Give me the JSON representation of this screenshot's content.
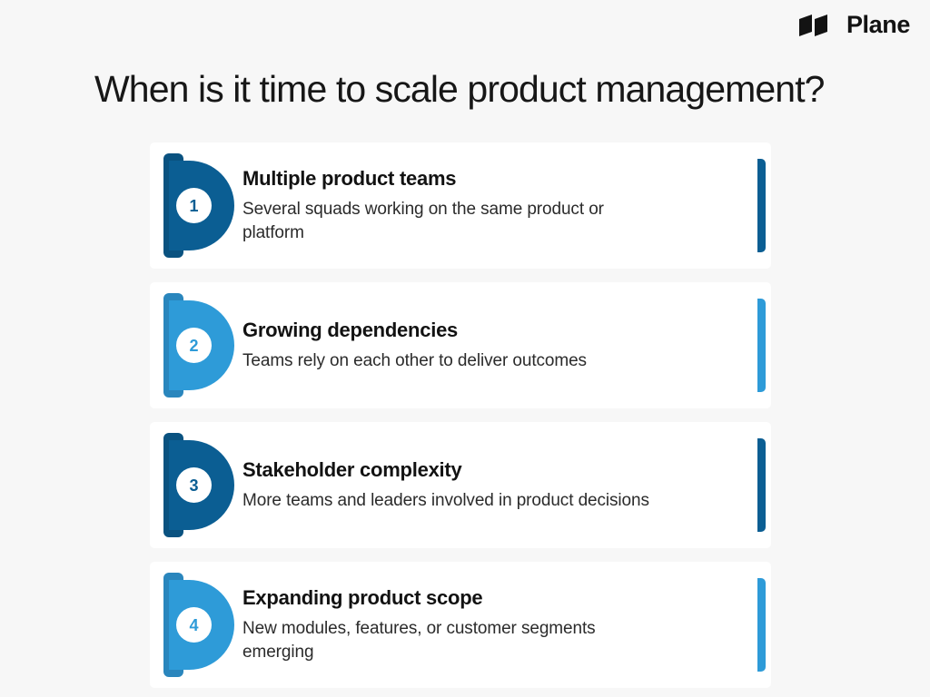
{
  "brand": {
    "name": "Plane",
    "mark_icon": "plane-wings-icon"
  },
  "page_title": "When is it time to scale product management?",
  "theme": {
    "page_background": "#f7f7f7",
    "card_background": "#ffffff",
    "title_color": "#171717",
    "accent_dark_blue": "#0b5e93",
    "accent_light_blue": "#2e9bd8"
  },
  "cards": [
    {
      "number": "1",
      "heading": "Multiple product teams",
      "body": "Several squads working on the same product or platform",
      "accent": "#0b5e93",
      "accent_shade": "#0a5280"
    },
    {
      "number": "2",
      "heading": "Growing dependencies",
      "body": "Teams rely on each other to deliver outcomes",
      "accent": "#2e9bd8",
      "accent_shade": "#2a86bd"
    },
    {
      "number": "3",
      "heading": "Stakeholder complexity",
      "body": "More teams and leaders involved in product decisions",
      "accent": "#0b5e93",
      "accent_shade": "#0a5280"
    },
    {
      "number": "4",
      "heading": "Expanding product scope",
      "body": "New modules, features, or customer segments emerging",
      "accent": "#2e9bd8",
      "accent_shade": "#2a86bd"
    }
  ]
}
